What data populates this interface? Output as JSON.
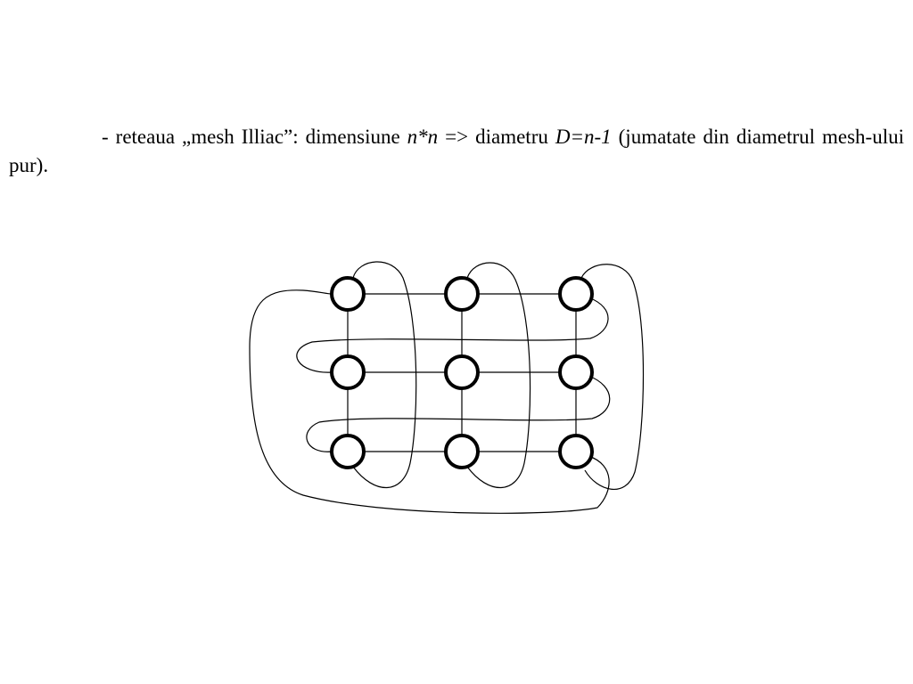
{
  "text": {
    "prefix": "- reteaua „mesh Illiac”: dimensiune ",
    "size_expr": "n*n",
    "arrow_word": " => diametru ",
    "diameter_expr": "D=n-1",
    "suffix": " (jumatate din diametrul mesh-ului pur)."
  },
  "diagram": {
    "rows": 3,
    "cols": 3,
    "node_stroke": "#000000",
    "node_fill": "#ffffff",
    "edge_color": "#000000"
  }
}
